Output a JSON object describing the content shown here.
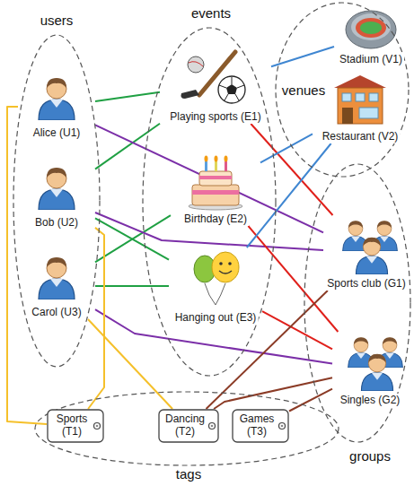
{
  "diagram": {
    "nodes": [
      {
        "text": [
          "users"
        ]
      },
      {
        "text": [
          "Alice (U1)"
        ],
        "in": 0
      },
      {
        "text": [
          "Bob (U2)"
        ],
        "in": 0
      },
      {
        "text": [
          "Carol (U3)"
        ],
        "in": 0
      },
      {
        "text": [
          "events"
        ]
      },
      {
        "text": [
          "Playing sports (E1)"
        ],
        "in": 4
      },
      {
        "text": [
          "Birthday (E2)"
        ],
        "in": 4
      },
      {
        "text": [
          "Hanging out (E3)"
        ],
        "in": 4
      },
      {
        "text": [
          "venues"
        ]
      },
      {
        "text": [
          "Stadium (V1)"
        ],
        "in": 8
      },
      {
        "text": [
          "Restaurant (V2)"
        ],
        "in": 8
      },
      {
        "text": [
          "groups"
        ]
      },
      {
        "text": [
          "Sports club (G1)"
        ],
        "in": 11
      },
      {
        "text": [
          "Singles (G2)"
        ],
        "in": 11
      },
      {
        "text": [
          "tags"
        ]
      },
      {
        "text": [
          "Sports (T1)"
        ],
        "in": 14
      },
      {
        "text": [
          "Dancing (T2)"
        ],
        "in": 14
      },
      {
        "text": [
          "Games (T3)"
        ],
        "in": 14
      }
    ],
    "edges": [
      {
        "from": 1,
        "to": 5,
        "arrow": "none"
      },
      {
        "from": 2,
        "to": 5,
        "arrow": "none"
      },
      {
        "from": 2,
        "to": 7,
        "arrow": "none"
      },
      {
        "from": 3,
        "to": 6,
        "arrow": "none"
      },
      {
        "from": 3,
        "to": 7,
        "arrow": "none"
      },
      {
        "from": 1,
        "to": 12,
        "arrow": "none"
      },
      {
        "from": 2,
        "to": 12,
        "arrow": "none"
      },
      {
        "from": 3,
        "to": 13,
        "arrow": "none"
      },
      {
        "from": 5,
        "to": 12,
        "arrow": "none"
      },
      {
        "from": 6,
        "to": 13,
        "arrow": "none"
      },
      {
        "from": 7,
        "to": 13,
        "arrow": "none"
      },
      {
        "from": 5,
        "to": 9,
        "arrow": "none"
      },
      {
        "from": 6,
        "to": 10,
        "arrow": "none"
      },
      {
        "from": 7,
        "to": 10,
        "arrow": "none"
      },
      {
        "from": 1,
        "to": 15,
        "arrow": "none"
      },
      {
        "from": 2,
        "to": 15,
        "arrow": "none"
      },
      {
        "from": 3,
        "to": 16,
        "arrow": "none"
      },
      {
        "from": 16,
        "to": 12,
        "arrow": "none"
      },
      {
        "from": 16,
        "to": 13,
        "arrow": "none"
      },
      {
        "from": 17,
        "to": 13,
        "arrow": "none"
      }
    ]
  }
}
